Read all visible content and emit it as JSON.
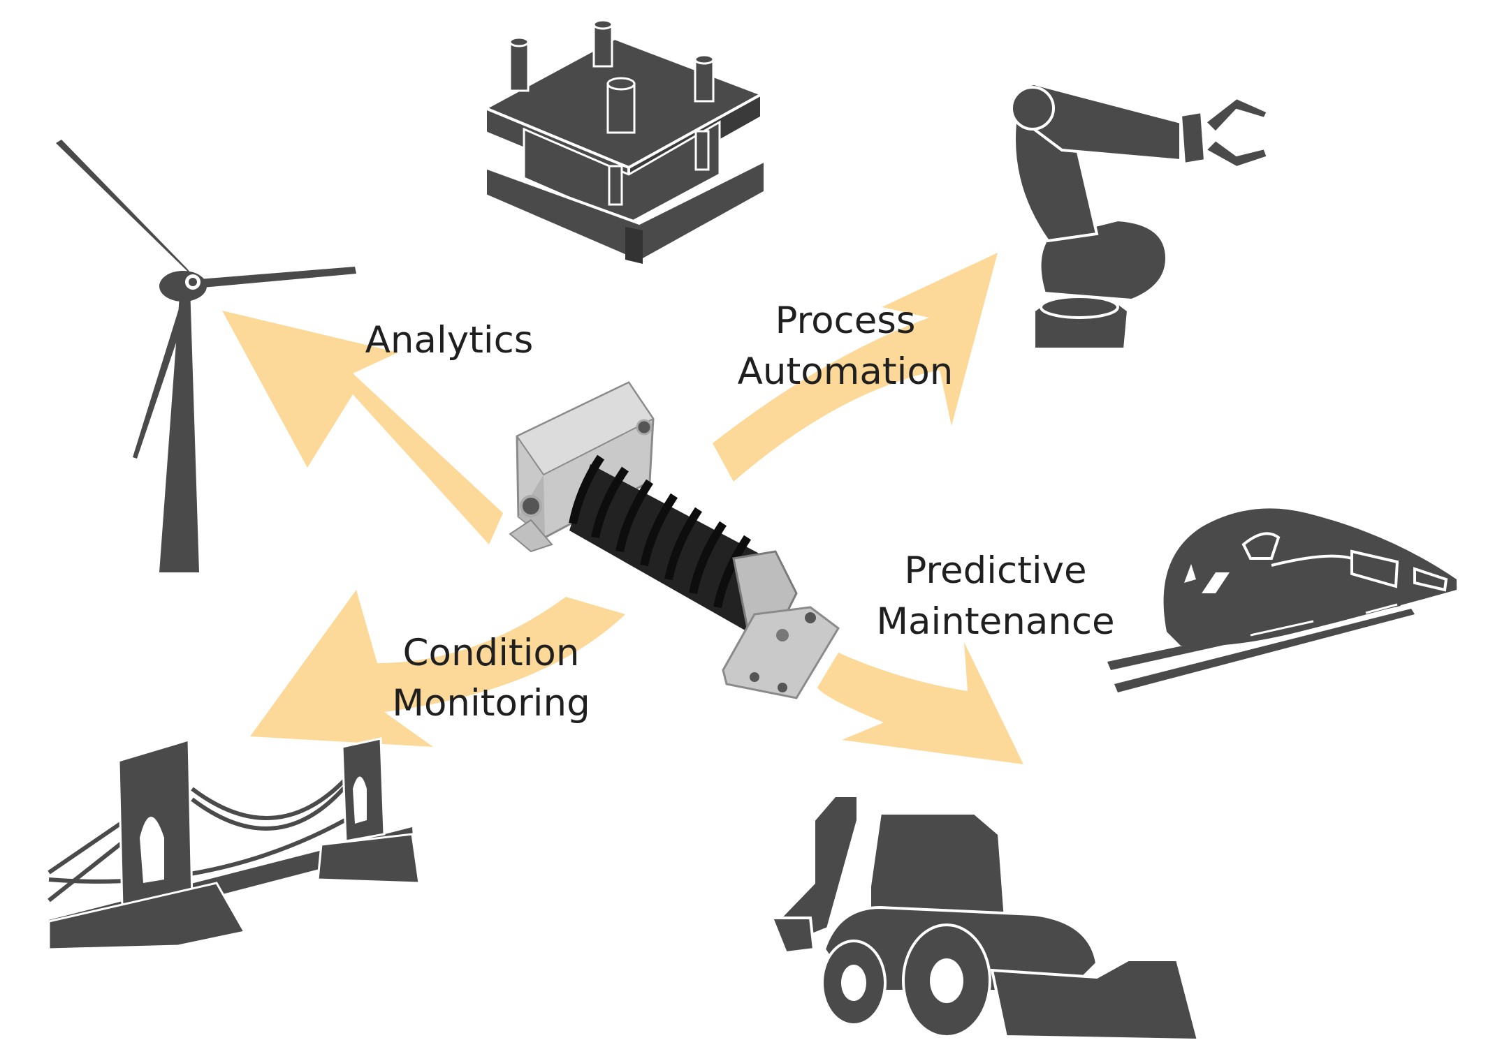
{
  "colors": {
    "arrow": "#fcd998",
    "silhouette": "#4a4a4a",
    "outline": "#ffffff",
    "text": "#1f1f1f"
  },
  "labels": {
    "analytics": "Analytics",
    "process_line1": "Process",
    "process_line2": "Automation",
    "predictive_line1": "Predictive",
    "predictive_line2": "Maintenance",
    "condition_line1": "Condition",
    "condition_line2": "Monitoring"
  },
  "icons": {
    "center": "sensor-device-icon",
    "top_left": "wind-turbine-icon",
    "top": "hydraulic-press-icon",
    "top_right": "robot-arm-icon",
    "right": "high-speed-train-icon",
    "bottom_right": "backhoe-loader-icon",
    "bottom_left": "suspension-bridge-icon"
  }
}
